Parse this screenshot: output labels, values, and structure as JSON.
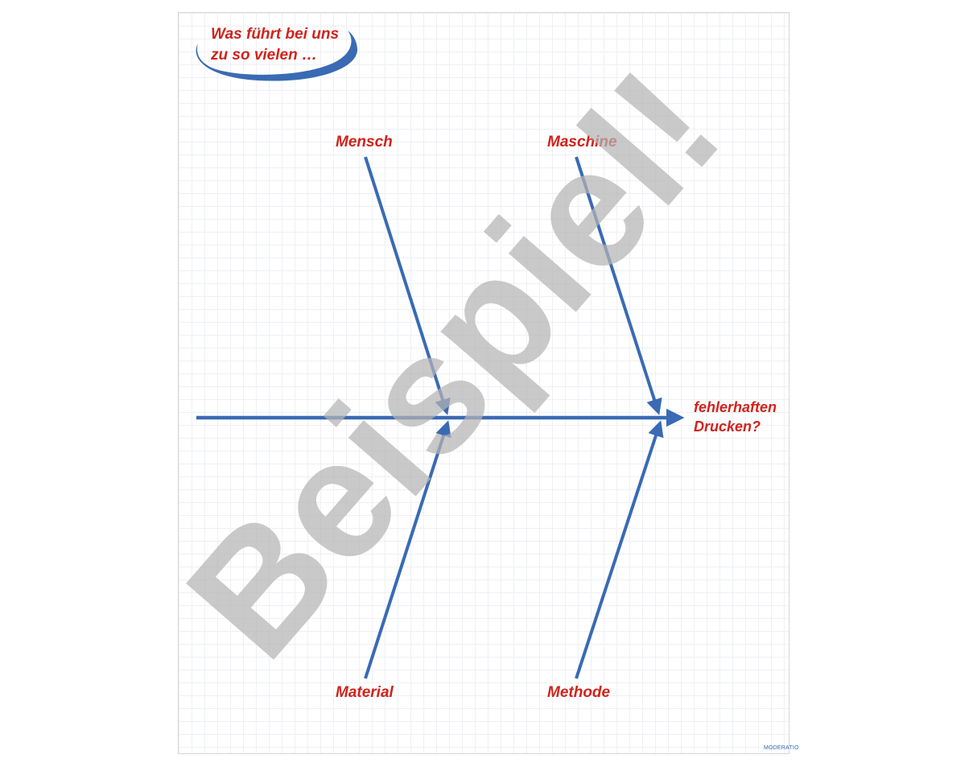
{
  "question": {
    "line1": "Was führt bei uns",
    "line2": "zu so vielen …"
  },
  "categories": {
    "top_left": "Mensch",
    "top_right": "Maschine",
    "bottom_left": "Material",
    "bottom_right": "Methode"
  },
  "effect": {
    "line1": "fehlerhaften",
    "line2": "Drucken?"
  },
  "watermark": "Beispiel!",
  "brand": "MODERATIO",
  "colors": {
    "arrow": "#3a6ab4",
    "label": "#d0231c",
    "watermark": "#b4b4b4"
  }
}
